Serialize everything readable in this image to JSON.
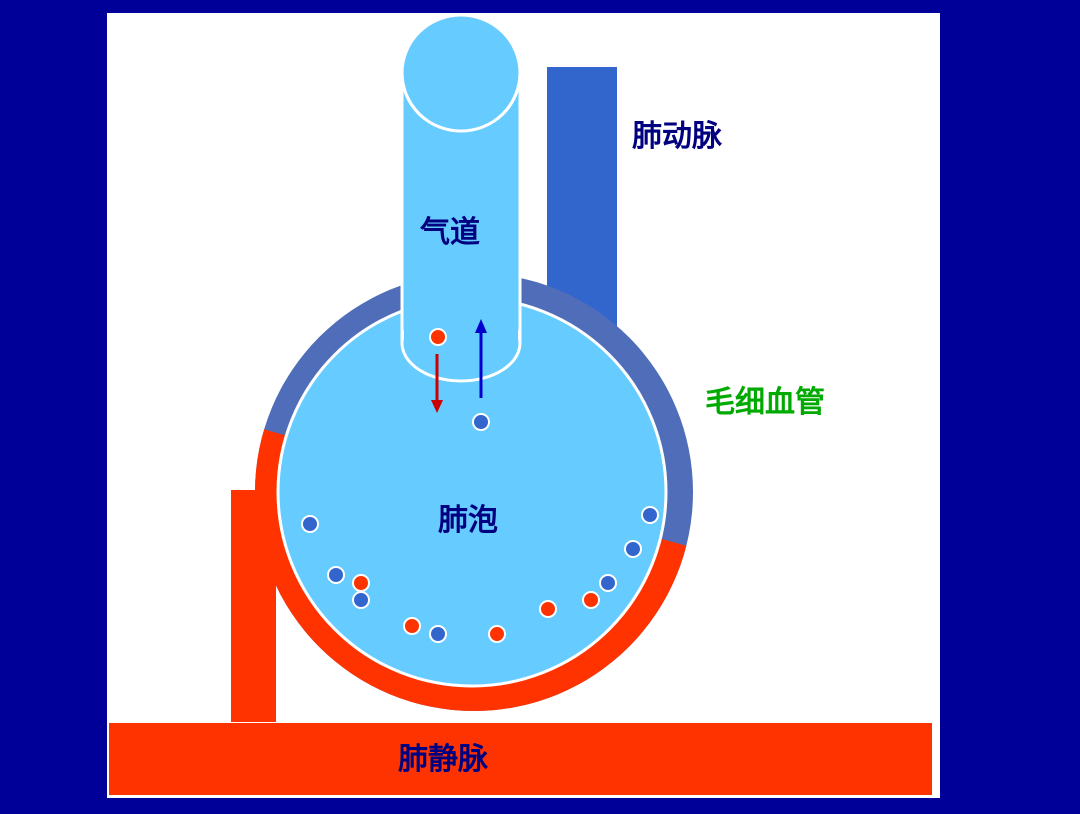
{
  "labels": {
    "pulmonary_artery": "肺动脉",
    "airway": "气道",
    "capillary": "毛细血管",
    "alveolus": "肺泡",
    "pulmonary_vein": "肺静脉"
  },
  "colors": {
    "slide_background": "#000099",
    "panel": "#FFFFFF",
    "airway_fill": "#66CCFF",
    "alveolus_fill": "#66CCFF",
    "artery_fill": "#3366CC",
    "deoxygenated_capillary": "#4F6DB8",
    "oxygenated_blood": "#FF3300",
    "label_navy": "#000080",
    "label_capillary": "#00AA00",
    "oxygen_molecule": "#FF3300",
    "carbon_dioxide_molecule": "#3366CC",
    "arrow_oxygen_in": "#CC0000",
    "arrow_co2_out": "#0000CC"
  },
  "arrows": [
    {
      "name": "oxygen-diffusion-arrow",
      "direction": "down"
    },
    {
      "name": "co2-exhale-arrow",
      "direction": "up"
    }
  ]
}
